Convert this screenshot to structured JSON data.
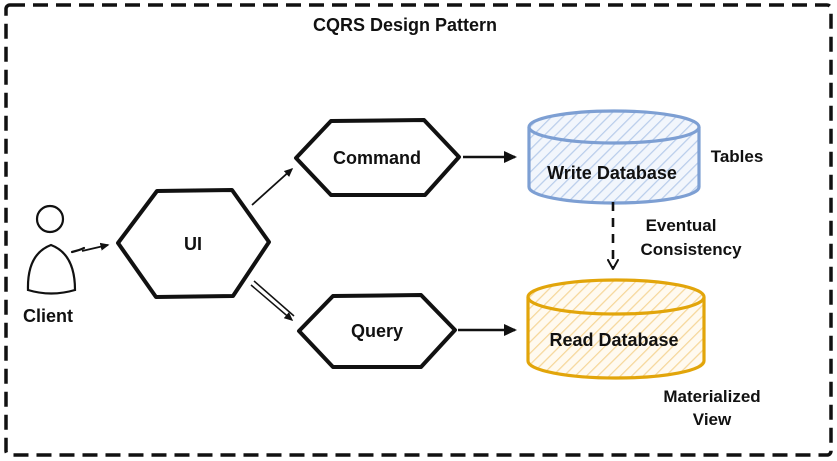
{
  "diagram": {
    "title": "CQRS Design Pattern",
    "nodes": {
      "client_label": "Client",
      "ui_label": "UI",
      "command_label": "Command",
      "query_label": "Query",
      "write_db_label": "Write Database",
      "read_db_label": "Read Database"
    },
    "annotations": {
      "tables": "Tables",
      "eventual_line1": "Eventual",
      "eventual_line2": "Consistency",
      "materialized_line1": "Materialized",
      "materialized_line2": "View"
    },
    "colors": {
      "outline": "#111111",
      "write_db_stroke": "#7d9fd3",
      "read_db_stroke": "#e2a50a"
    }
  }
}
